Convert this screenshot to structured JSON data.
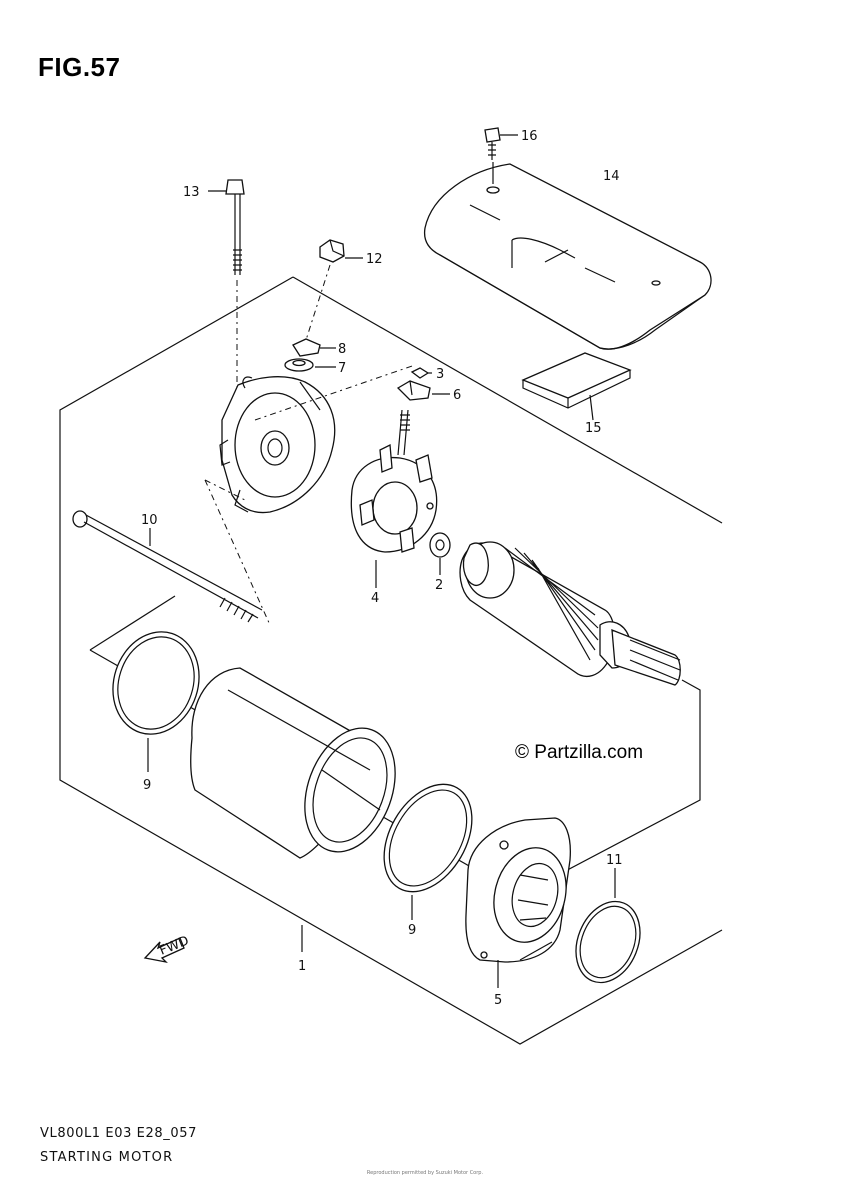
{
  "figure": {
    "title": "FIG.57",
    "code": "VL800L1 E03 E28_057",
    "name": "STARTING MOTOR",
    "copyright": "© Partzilla.com",
    "fine_print": "Reproduction permitted by Suzuki Motor Corp."
  },
  "callouts": [
    {
      "id": "label-1",
      "text": "1"
    },
    {
      "id": "label-2",
      "text": "2"
    },
    {
      "id": "label-3",
      "text": "3"
    },
    {
      "id": "label-4",
      "text": "4"
    },
    {
      "id": "label-5",
      "text": "5"
    },
    {
      "id": "label-6",
      "text": "6"
    },
    {
      "id": "label-7",
      "text": "7"
    },
    {
      "id": "label-8",
      "text": "8"
    },
    {
      "id": "label-9a",
      "text": "9"
    },
    {
      "id": "label-9b",
      "text": "9"
    },
    {
      "id": "label-10",
      "text": "10"
    },
    {
      "id": "label-11",
      "text": "11"
    },
    {
      "id": "label-12",
      "text": "12"
    },
    {
      "id": "label-13",
      "text": "13"
    },
    {
      "id": "label-14",
      "text": "14"
    },
    {
      "id": "label-15",
      "text": "15"
    },
    {
      "id": "label-16",
      "text": "16"
    }
  ],
  "front_arrow": {
    "text": "FWD"
  }
}
